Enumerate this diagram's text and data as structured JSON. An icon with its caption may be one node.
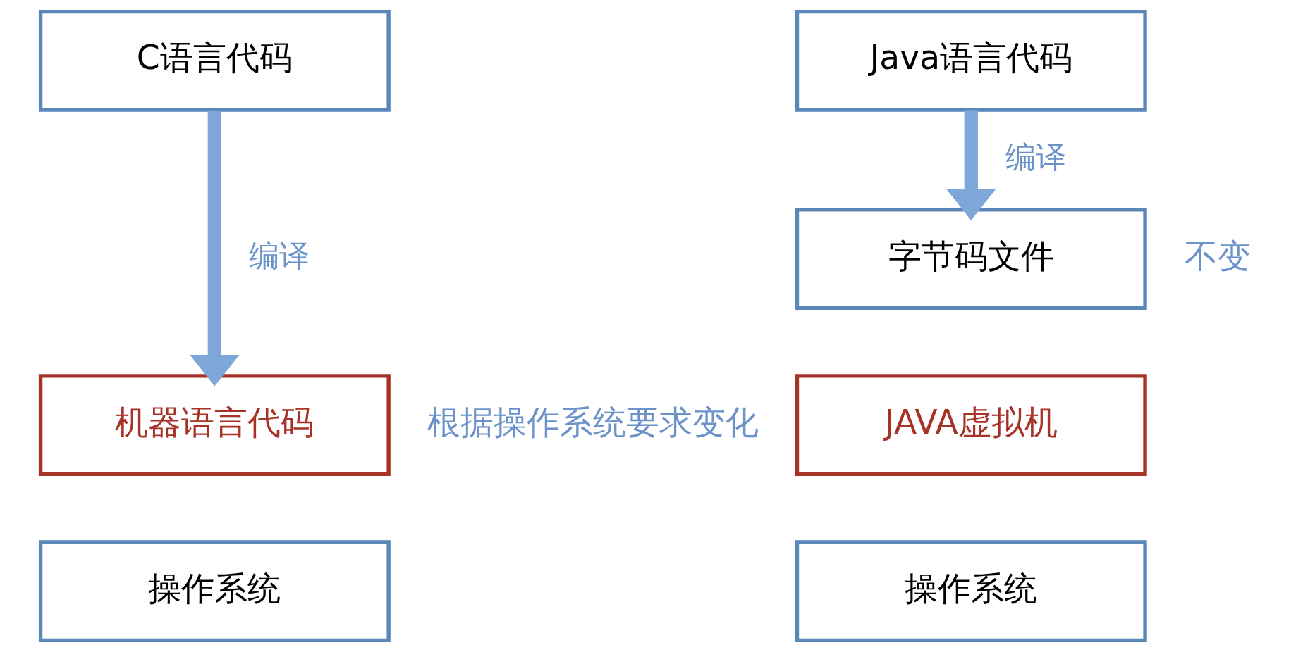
{
  "diagram": {
    "nodes": [
      {
        "text": [
          "C语言代码"
        ]
      },
      {
        "text": [
          "机器语言代码"
        ],
        "beside": [
          "根据操作系统要求变化"
        ]
      },
      {
        "text": [
          "操作系统"
        ]
      },
      {
        "text": [
          "Java语言代码"
        ]
      },
      {
        "text": [
          "字节码文件"
        ],
        "beside": [
          "不变"
        ]
      },
      {
        "text": [
          "JAVA虚拟机"
        ]
      },
      {
        "text": [
          "操作系统"
        ]
      }
    ],
    "edges": [
      {
        "from": 0,
        "to": 1,
        "arrow": "to",
        "label": "编译"
      },
      {
        "from": 3,
        "to": 4,
        "arrow": "to",
        "label": "编译"
      }
    ]
  }
}
